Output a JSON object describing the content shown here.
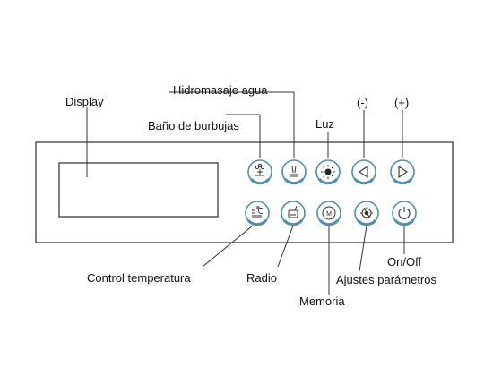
{
  "labels": {
    "display": "Display",
    "hidromasaje": "Hidromasaje agua",
    "burbujas": "Baño de burbujas",
    "luz": "Luz",
    "minus": "(-)",
    "plus": "(+)",
    "temperatura": "Control temperatura",
    "radio": "Radio",
    "memoria": "Memoria",
    "ajustes": "Ajustes parámetros",
    "onoff": "On/Off"
  },
  "icons": {
    "burbujas": "bubble-bath-icon",
    "hidromasaje": "water-massage-icon",
    "luz": "light-icon",
    "minus": "left-triangle-icon",
    "plus": "right-triangle-icon",
    "temperatura": "temperature-icon",
    "radio": "radio-icon",
    "memoria": "memory-icon",
    "ajustes": "settings-icon",
    "onoff": "power-icon"
  },
  "colors": {
    "button_ring": "#4a8fb8",
    "outline": "#333333"
  }
}
